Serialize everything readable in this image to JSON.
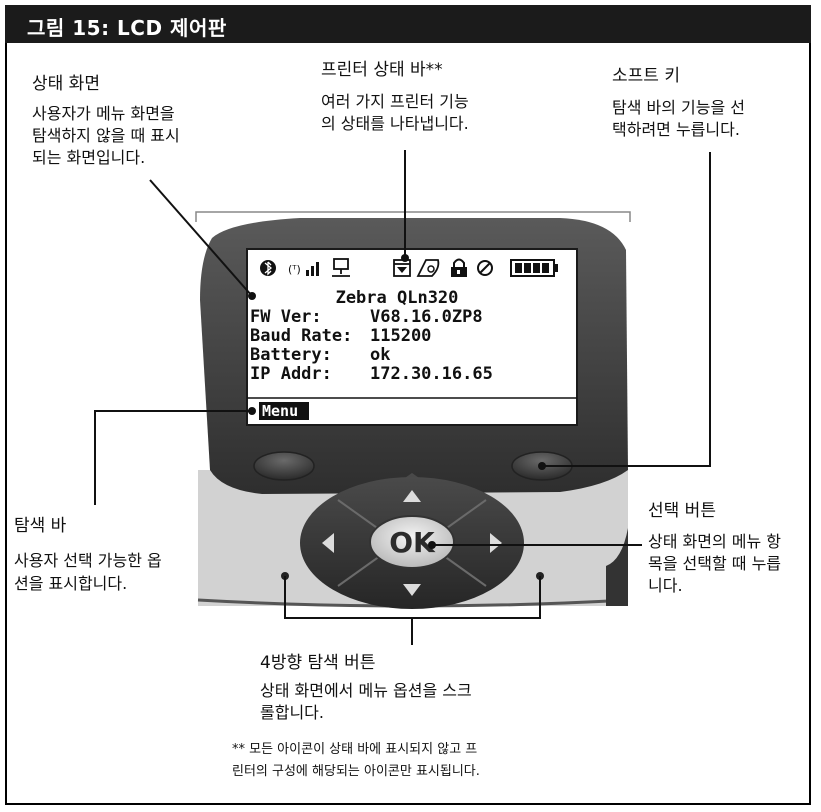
{
  "figure_title": "그림 15: LCD 제어판",
  "callouts": {
    "status_screen": {
      "title": "상태 화면",
      "desc": [
        "사용자가 메뉴 화면을",
        "탐색하지 않을 때 표시",
        "되는 화면입니다."
      ]
    },
    "printer_status_bar": {
      "title": "프린터 상태 바**",
      "desc": [
        "여러 가지 프린터 기능",
        "의 상태를 나타냅니다."
      ]
    },
    "soft_keys": {
      "title": "소프트 키",
      "desc": [
        "탐색 바의 기능을 선",
        "택하려면 누릅니다."
      ]
    },
    "nav_bar": {
      "title": "탐색 바",
      "desc": [
        "사용자 선택 가능한 옵",
        "션을 표시합니다."
      ]
    },
    "select_button": {
      "title": "선택 버튼",
      "desc": [
        "상태 화면의 메뉴 항",
        "목을 선택할 때 누릅",
        "니다."
      ]
    },
    "four_way_nav": {
      "title": "4방향 탐색 버튼",
      "desc": [
        "상태 화면에서 메뉴 옵션을 스크",
        "롤합니다."
      ]
    }
  },
  "footnote": [
    "** 모든 아이콘이 상태 바에 표시되지 않고 프",
    "린터의 구성에 해당되는 아이콘만 표시됩니다."
  ],
  "lcd": {
    "model": "Zebra QLn320",
    "rows": [
      {
        "label": "FW Ver:",
        "value": "V68.16.0ZP8"
      },
      {
        "label": "Baud Rate:",
        "value": "115200"
      },
      {
        "label": "Battery:",
        "value": "ok"
      },
      {
        "label": "IP Addr:",
        "value": "172.30.16.65"
      }
    ],
    "menu_label": "Menu",
    "status_icons": [
      "bluetooth-icon",
      "wireless-signal-icon",
      "network-icon",
      "media-out-icon",
      "head-latch-icon",
      "lock-icon",
      "error-icon",
      "battery-icon"
    ]
  },
  "ok_label": "OK",
  "colors": {
    "title_bar": "#1b1b1b",
    "device_body": "#474747",
    "lcd_screen": "#ffffff",
    "lower_panel": "#d2d2d2",
    "nav_pad": "#3a3a3a"
  }
}
